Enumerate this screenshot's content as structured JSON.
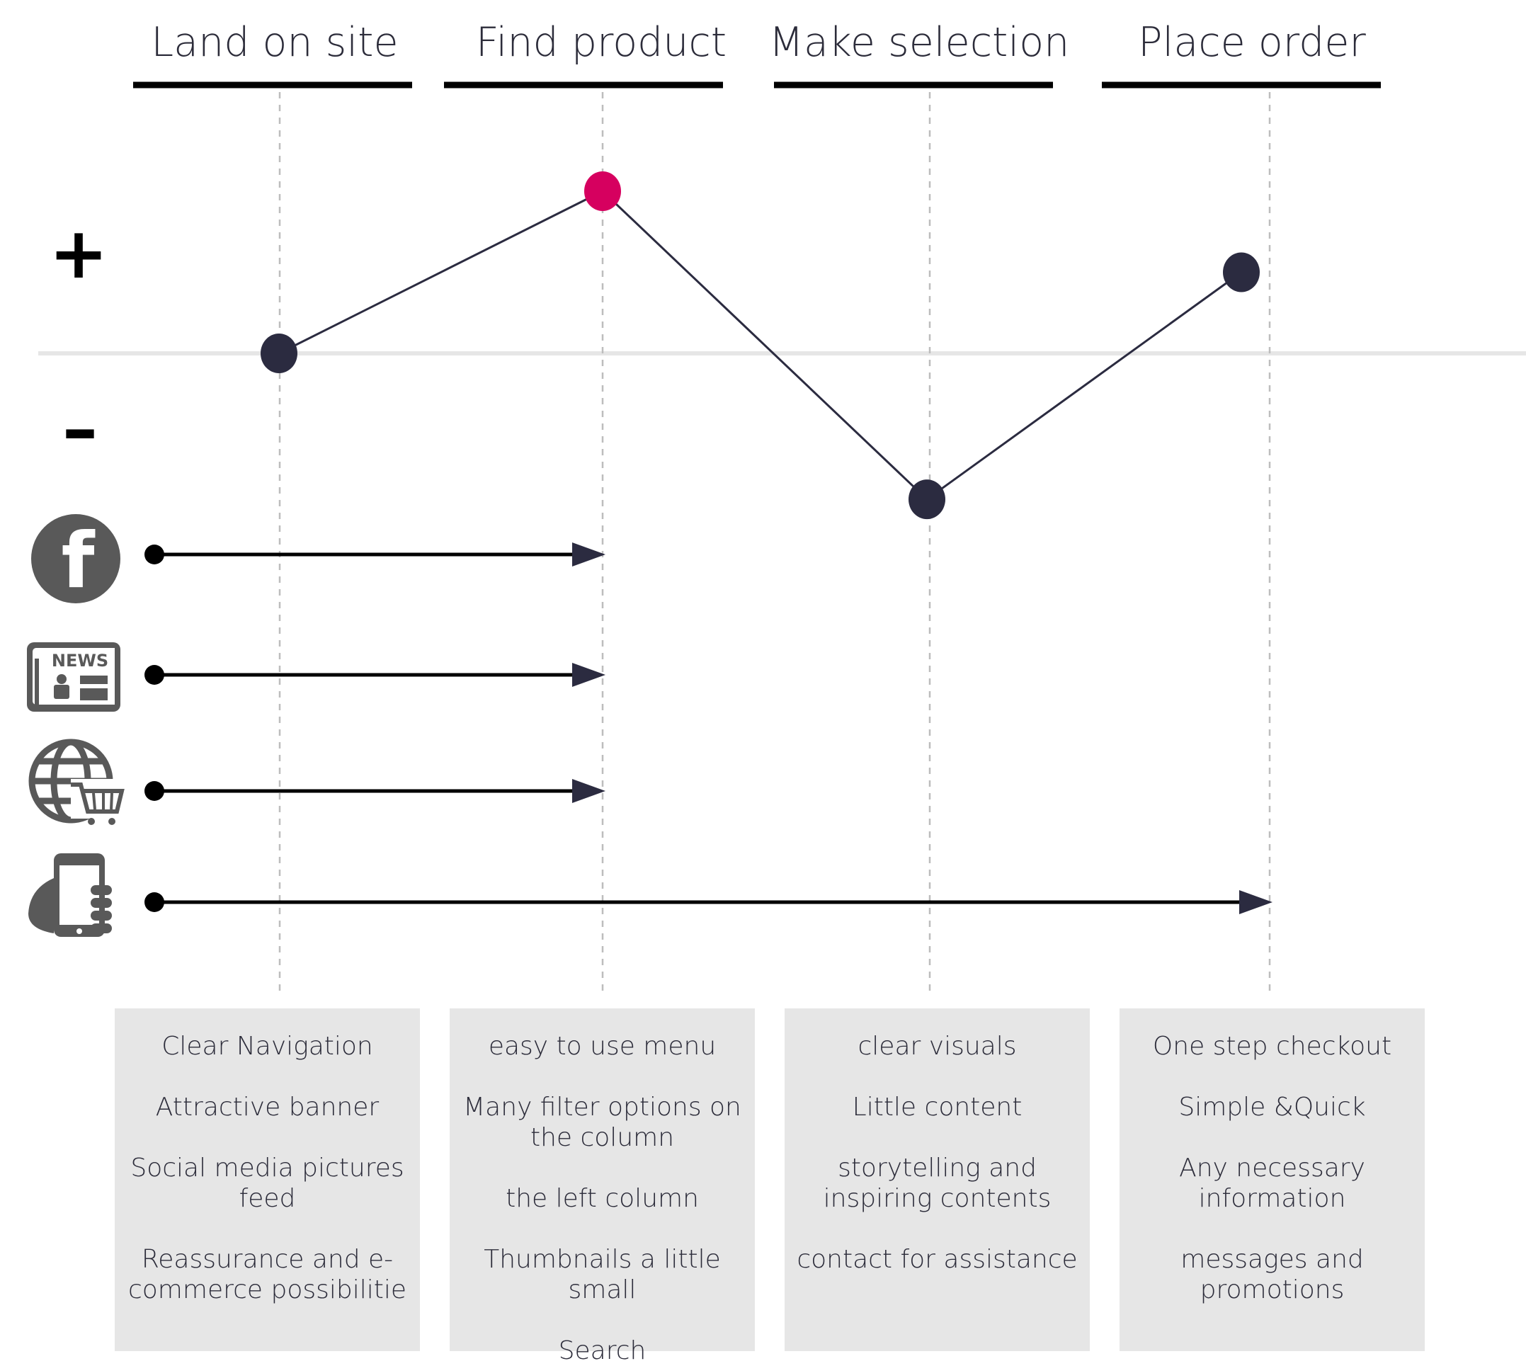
{
  "stages": [
    {
      "label": "Land on  site",
      "notes": [
        "Clear Navigation",
        "Attractive banner",
        "Social media pictures feed",
        "Reassurance and e-commerce possibilitie"
      ]
    },
    {
      "label": "Find product",
      "notes": [
        "easy to use menu",
        "Many filter options on the column",
        "the left column",
        "Thumbnails a little small",
        "Search"
      ]
    },
    {
      "label": "Make selection",
      "notes": [
        "clear visuals",
        "Little content",
        "storytelling and inspiring contents",
        "contact for assistance"
      ]
    },
    {
      "label": "Place order",
      "notes": [
        "One step checkout",
        "Simple &Quick",
        "Any necessary information",
        "messages and promotions"
      ]
    }
  ],
  "scale": {
    "positive": "+",
    "negative": "–"
  },
  "chart_data": {
    "type": "line",
    "title": "",
    "categories": [
      "Land on  site",
      "Find product",
      "Make selection",
      "Place order"
    ],
    "series": [
      {
        "values": [
          0,
          1,
          -0.9,
          0.5
        ]
      }
    ],
    "ylim": [
      -1.2,
      1.2
    ],
    "highlight_index": 1,
    "colors": {
      "line": "#2b2b40",
      "point": "#2b2b40",
      "highlight": "#d6005f",
      "baseline": "#e6e6e6"
    }
  },
  "channels": [
    {
      "name": "facebook",
      "icon": "facebook-icon",
      "letter": "f",
      "reaches_stage": 1
    },
    {
      "name": "news",
      "icon": "newspaper-icon",
      "text": "NEWS",
      "reaches_stage": 1
    },
    {
      "name": "online-shop",
      "icon": "globe-cart-icon",
      "reaches_stage": 1
    },
    {
      "name": "mobile",
      "icon": "hand-phone-icon",
      "reaches_stage": 3
    }
  ],
  "colors": {
    "ink": "#2c2c3a",
    "icon": "#595959",
    "box": "#e6e6e6",
    "rule": "#000000",
    "guide": "#bdbdbd"
  }
}
